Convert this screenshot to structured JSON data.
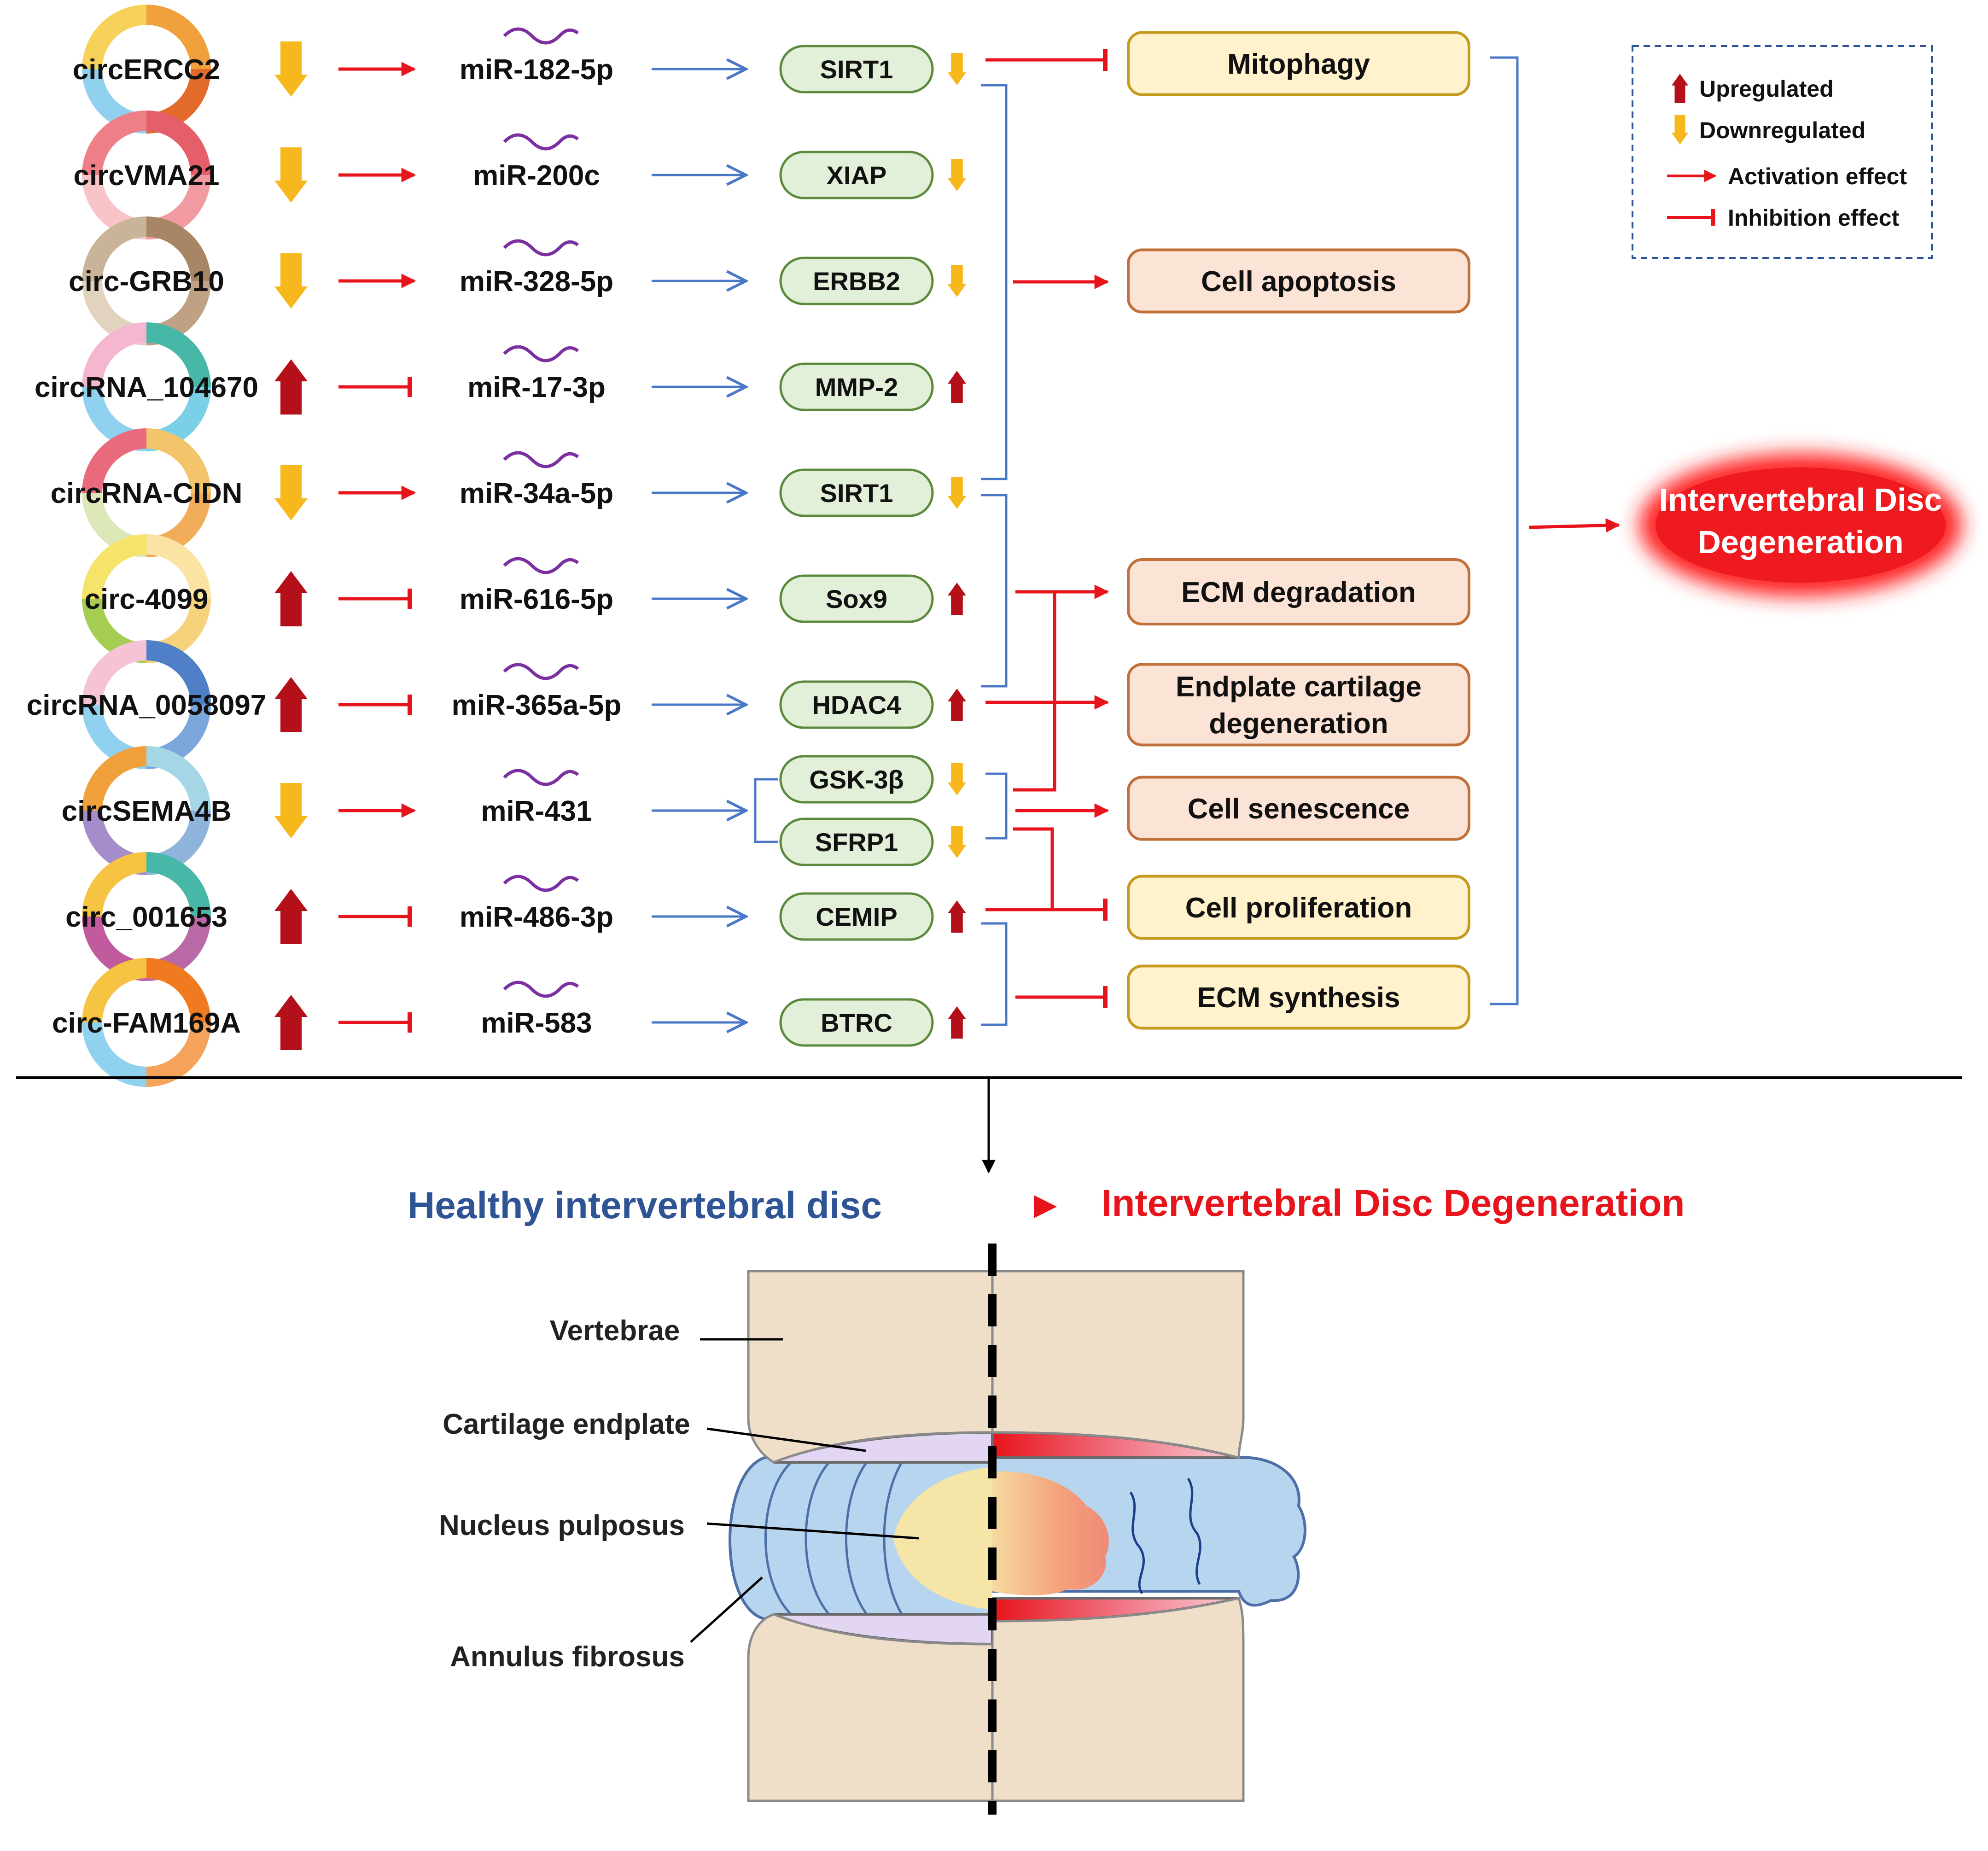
{
  "rows": [
    {
      "circ": "circERCC2",
      "circ_dir": "down",
      "effect": "activation",
      "mir": "miR-182-5p",
      "target": "SIRT1",
      "target_dir": "down",
      "ring": [
        "#f0a13b",
        "#e26b2b",
        "#8fd1ee",
        "#f7d25a"
      ]
    },
    {
      "circ": "circVMA21",
      "circ_dir": "down",
      "effect": "activation",
      "mir": "miR-200c",
      "target": "XIAP",
      "target_dir": "down",
      "ring": [
        "#e55f6b",
        "#f29aa1",
        "#f8c4c8",
        "#ef7f86"
      ]
    },
    {
      "circ": "circ-GRB10",
      "circ_dir": "down",
      "effect": "activation",
      "mir": "miR-328-5p",
      "target": "ERBB2",
      "target_dir": "down",
      "ring": [
        "#a88665",
        "#bea283",
        "#e2d3bf",
        "#c9b49a"
      ]
    },
    {
      "circ": "circRNA_104670",
      "circ_dir": "up",
      "effect": "inhibition",
      "mir": "miR-17-3p",
      "target": "MMP-2",
      "target_dir": "up",
      "ring": [
        "#47b8a8",
        "#7bd0e8",
        "#8fd1ee",
        "#f5b7cf"
      ]
    },
    {
      "circ": "circRNA-CIDN",
      "circ_dir": "down",
      "effect": "activation",
      "mir": "miR-34a-5p",
      "target": "SIRT1",
      "target_dir": "down",
      "ring": [
        "#f4c46a",
        "#f2ad5a",
        "#dde8b8",
        "#e96a7d"
      ]
    },
    {
      "circ": "circ-4099",
      "circ_dir": "up",
      "effect": "inhibition",
      "mir": "miR-616-5p",
      "target": "Sox9",
      "target_dir": "up",
      "ring": [
        "#fbe3a4",
        "#f7d27c",
        "#a5cd52",
        "#f5e36a"
      ]
    },
    {
      "circ": "circRNA_0058097",
      "circ_dir": "up",
      "effect": "inhibition",
      "mir": "miR-365a-5p",
      "target": "HDAC4",
      "target_dir": "up",
      "ring": [
        "#4e7fc7",
        "#7aa6dc",
        "#8fd1ee",
        "#f6c2d6"
      ]
    },
    {
      "circ": "circSEMA4B",
      "circ_dir": "down",
      "effect": "activation",
      "mir": "miR-431",
      "target": "GSK-3β",
      "target_dir": "down",
      "target2": "SFRP1",
      "target2_dir": "down",
      "ring": [
        "#a4d6e6",
        "#8fb4dc",
        "#a58ccb",
        "#f0a13b"
      ]
    },
    {
      "circ": "circ_001653",
      "circ_dir": "up",
      "effect": "inhibition",
      "mir": "miR-486-3p",
      "target": "CEMIP",
      "target_dir": "up",
      "ring": [
        "#47b8a8",
        "#b96aa6",
        "#c25a9e",
        "#f6c342"
      ]
    },
    {
      "circ": "circ-FAM169A",
      "circ_dir": "up",
      "effect": "inhibition",
      "mir": "miR-583",
      "target": "BTRC",
      "target_dir": "up",
      "ring": [
        "#f07a20",
        "#f5a35a",
        "#8fd1ee",
        "#f6c342"
      ]
    }
  ],
  "outcomes": [
    {
      "id": "mitophagy",
      "label": [
        "Mitophagy"
      ],
      "tone": "yellow"
    },
    {
      "id": "apoptosis",
      "label": [
        "Cell apoptosis"
      ],
      "tone": "peach"
    },
    {
      "id": "ecm-degradation",
      "label": [
        "ECM degradation"
      ],
      "tone": "peach"
    },
    {
      "id": "endplate",
      "label": [
        "Endplate cartilage",
        "degeneration"
      ],
      "tone": "peach"
    },
    {
      "id": "senescence",
      "label": [
        "Cell senescence"
      ],
      "tone": "peach"
    },
    {
      "id": "proliferation",
      "label": [
        "Cell proliferation"
      ],
      "tone": "yellow"
    },
    {
      "id": "ecm-synthesis",
      "label": [
        "ECM synthesis"
      ],
      "tone": "yellow"
    }
  ],
  "final_outcome": [
    "Intervertebral Disc",
    "Degeneration"
  ],
  "legend": {
    "up": "Upregulated",
    "down": "Downregulated",
    "activation": "Activation effect",
    "inhibition": "Inhibition effect"
  },
  "bottom": {
    "healthy": "Healthy intervertebral disc",
    "degenerated": "Intervertebral Disc Degeneration",
    "labels": {
      "vertebrae": "Vertebrae",
      "endplate": "Cartilage endplate",
      "nucleus": "Nucleus pulposus",
      "annulus": "Annulus fibrosus"
    }
  },
  "colors": {
    "up_arrow": "#b3101a",
    "down_arrow": "#f6b81d",
    "activation": "#e8141c",
    "mirna_arrow": "#4a78c8",
    "target_fill": "#e3f0d9",
    "target_stroke": "#5b8a3d",
    "yellow_fill": "#fff2cc",
    "yellow_stroke": "#c59a1f",
    "peach_fill": "#fbe4d5",
    "peach_stroke": "#c0703a",
    "healthy_text": "#2f5496",
    "degenerated_text": "#e8141c",
    "mir_squiggle": "#7b2fa0"
  }
}
